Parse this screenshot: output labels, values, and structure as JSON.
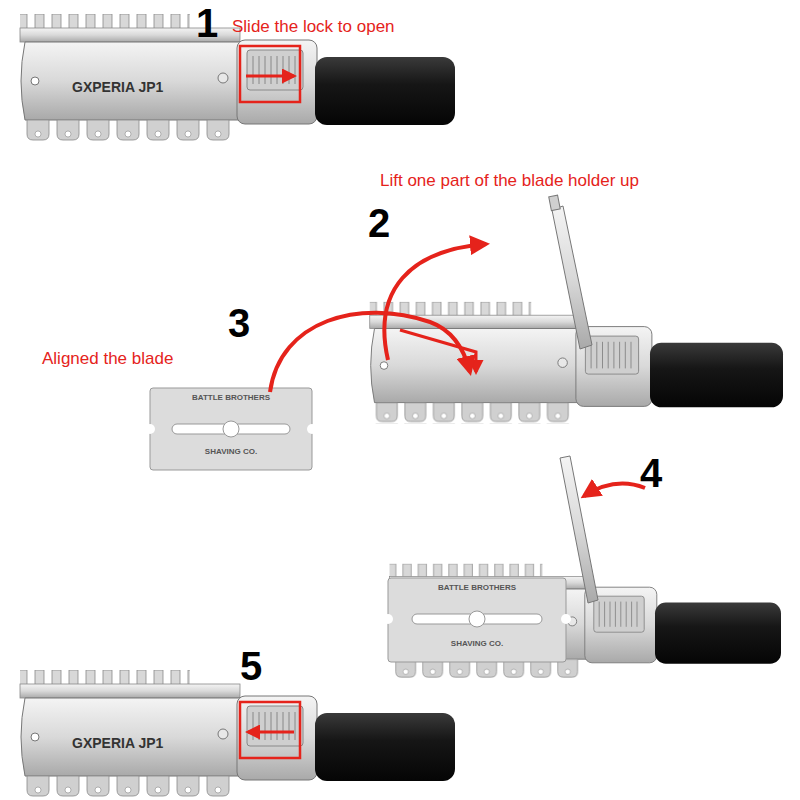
{
  "diagram": {
    "labels": [
      "1",
      "Slide the lock to open",
      "2",
      "Lift one part of the blade holder up",
      "3",
      "Aligned the blade",
      "4",
      "5",
      "GXPERIA JP1",
      "BATTLE BROTHERS",
      "SHAVING CO.",
      "BATTLE BROTHERS",
      "SHAVING CO.",
      "GXPERIA JP1"
    ]
  }
}
